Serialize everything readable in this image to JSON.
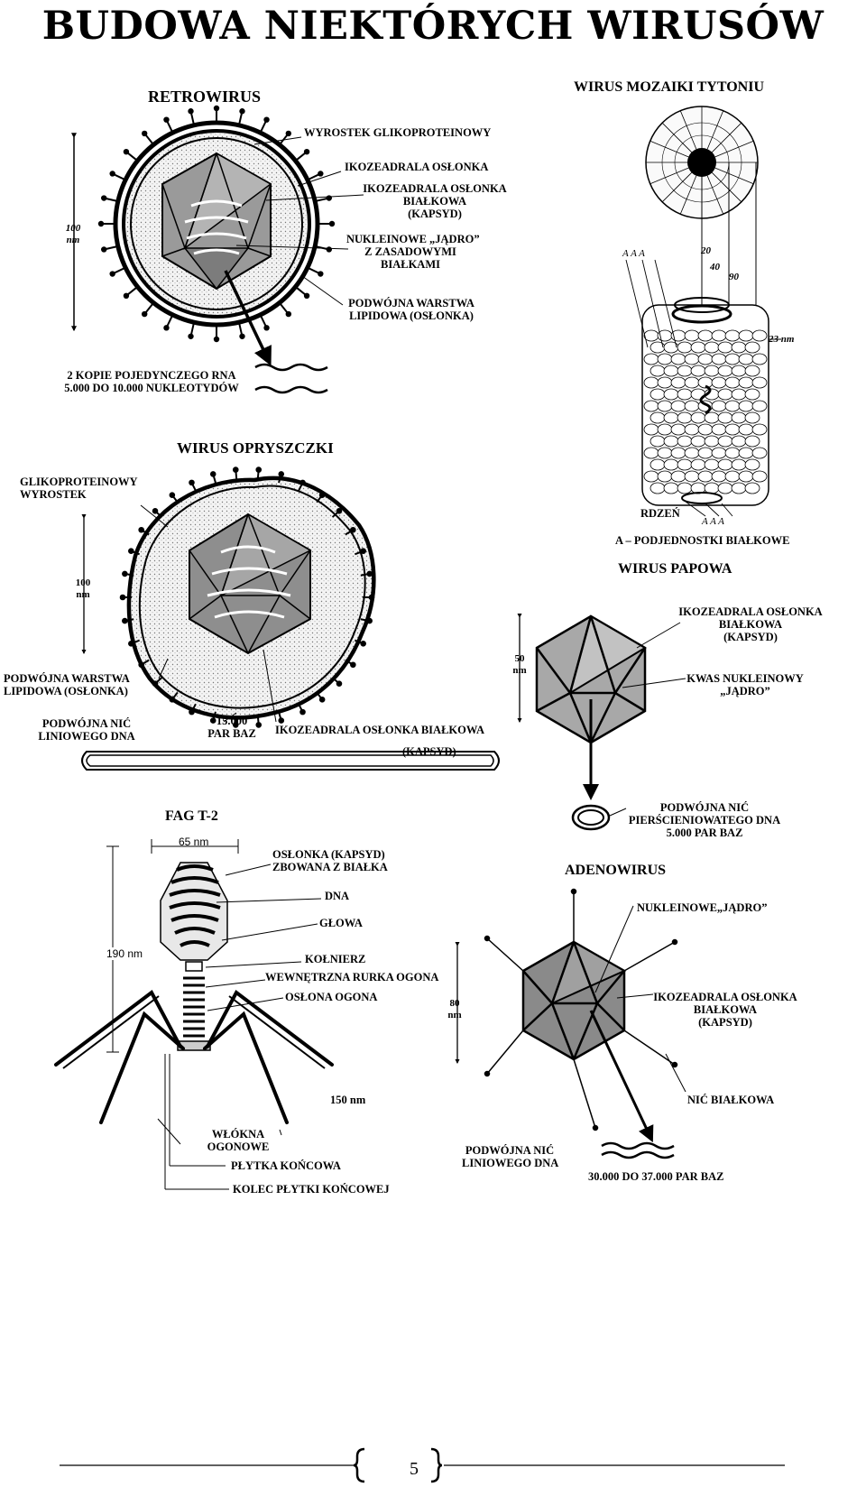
{
  "title": "BUDOWA NIEKTÓRYCH WIRUSÓW",
  "page_number": "5",
  "retro": {
    "heading": "RETROWIRUS",
    "scale": [
      "100",
      "nm"
    ],
    "l1": "WYROSTEK GLIKOPROTEINOWY",
    "l2": "IKOZEADRALA OSŁONKA",
    "l3": [
      "IKOZEADRALA OSŁONKA",
      "BIAŁKOWA",
      "(KAPSYD)"
    ],
    "l4": [
      "NUKLEINOWE „JĄDRO”",
      "Z ZASADOWYMI",
      "BIAŁKAMI"
    ],
    "l5": [
      "PODWÓJNA WARSTWA",
      "LIPIDOWA (OSŁONKA)"
    ],
    "l6": [
      "2 KOPIE POJEDYNCZEGO RNA",
      "5.000 DO 10.000 NUKLEOTYDÓW"
    ]
  },
  "tmv": {
    "heading": "WIRUS  MOZAIKI TYTONIU",
    "a_top": "A  A  A",
    "a_bot": "A  A  A",
    "m20": "20",
    "m40": "40",
    "m90": "90",
    "m23": "23 nm",
    "core": "RDZEŃ",
    "legend": "A – PODJEDNOSTKI BIAŁKOWE"
  },
  "herpes": {
    "heading": "WIRUS  OPRYSZCZKI",
    "l1": [
      "GLIKOPROTEINOWY",
      "WYROSTEK"
    ],
    "scale": [
      "100",
      "nm"
    ],
    "l2": [
      "PODWÓJNA WARSTWA",
      "LIPIDOWA (OSŁONKA)"
    ],
    "l3": [
      "PODWÓJNA NIĆ",
      "LINIOWEGO DNA"
    ],
    "l4": [
      "15.000",
      "PAR BAZ"
    ],
    "l5": "IKOZEADRALA OSŁONKA BIAŁKOWA",
    "l6": "(KAPSYD)"
  },
  "papova": {
    "heading": "WIRUS  PAPOWA",
    "l1": [
      "IKOZEADRALA OSŁONKA",
      "BIAŁKOWA",
      "(KAPSYD)"
    ],
    "scale": [
      "50",
      "nm"
    ],
    "l2": [
      "KWAS NUKLEINOWY",
      "„JĄDRO”"
    ],
    "l3": [
      "PODWÓJNA NIĆ",
      "PIERŚCIENIOWATEGO DNA",
      "5.000 PAR BAZ"
    ]
  },
  "phage": {
    "heading": "FAG T-2",
    "dim65": "65 nm",
    "dim190": "190 nm",
    "l1": [
      "OSŁONKA (KAPSYD)",
      "ZBOWANA Z BIAŁKA"
    ],
    "l2": "DNA",
    "l3": "GŁOWA",
    "l4": "KOŁNIERZ",
    "l5": "WEWNĘTRZNA RURKA OGONA",
    "l6": "OSŁONA OGONA",
    "dim150": "150 nm",
    "l7": [
      "WŁÓKNA",
      "OGONOWE"
    ],
    "l8": "PŁYTKA KOŃCOWA",
    "l9": "KOLEC PŁYTKI KOŃCOWEJ"
  },
  "adeno": {
    "heading": "ADENOWIRUS",
    "l1": "NUKLEINOWE„JĄDRO”",
    "scale": [
      "80",
      "nm"
    ],
    "l2": [
      "IKOZEADRALA OSŁONKA",
      "BIAŁKOWA",
      "(KAPSYD)"
    ],
    "l3": "NIĆ BIAŁKOWA",
    "l4": [
      "PODWÓJNA NIĆ",
      "LINIOWEGO DNA"
    ],
    "l5": "30.000 DO 37.000 PAR BAZ"
  }
}
